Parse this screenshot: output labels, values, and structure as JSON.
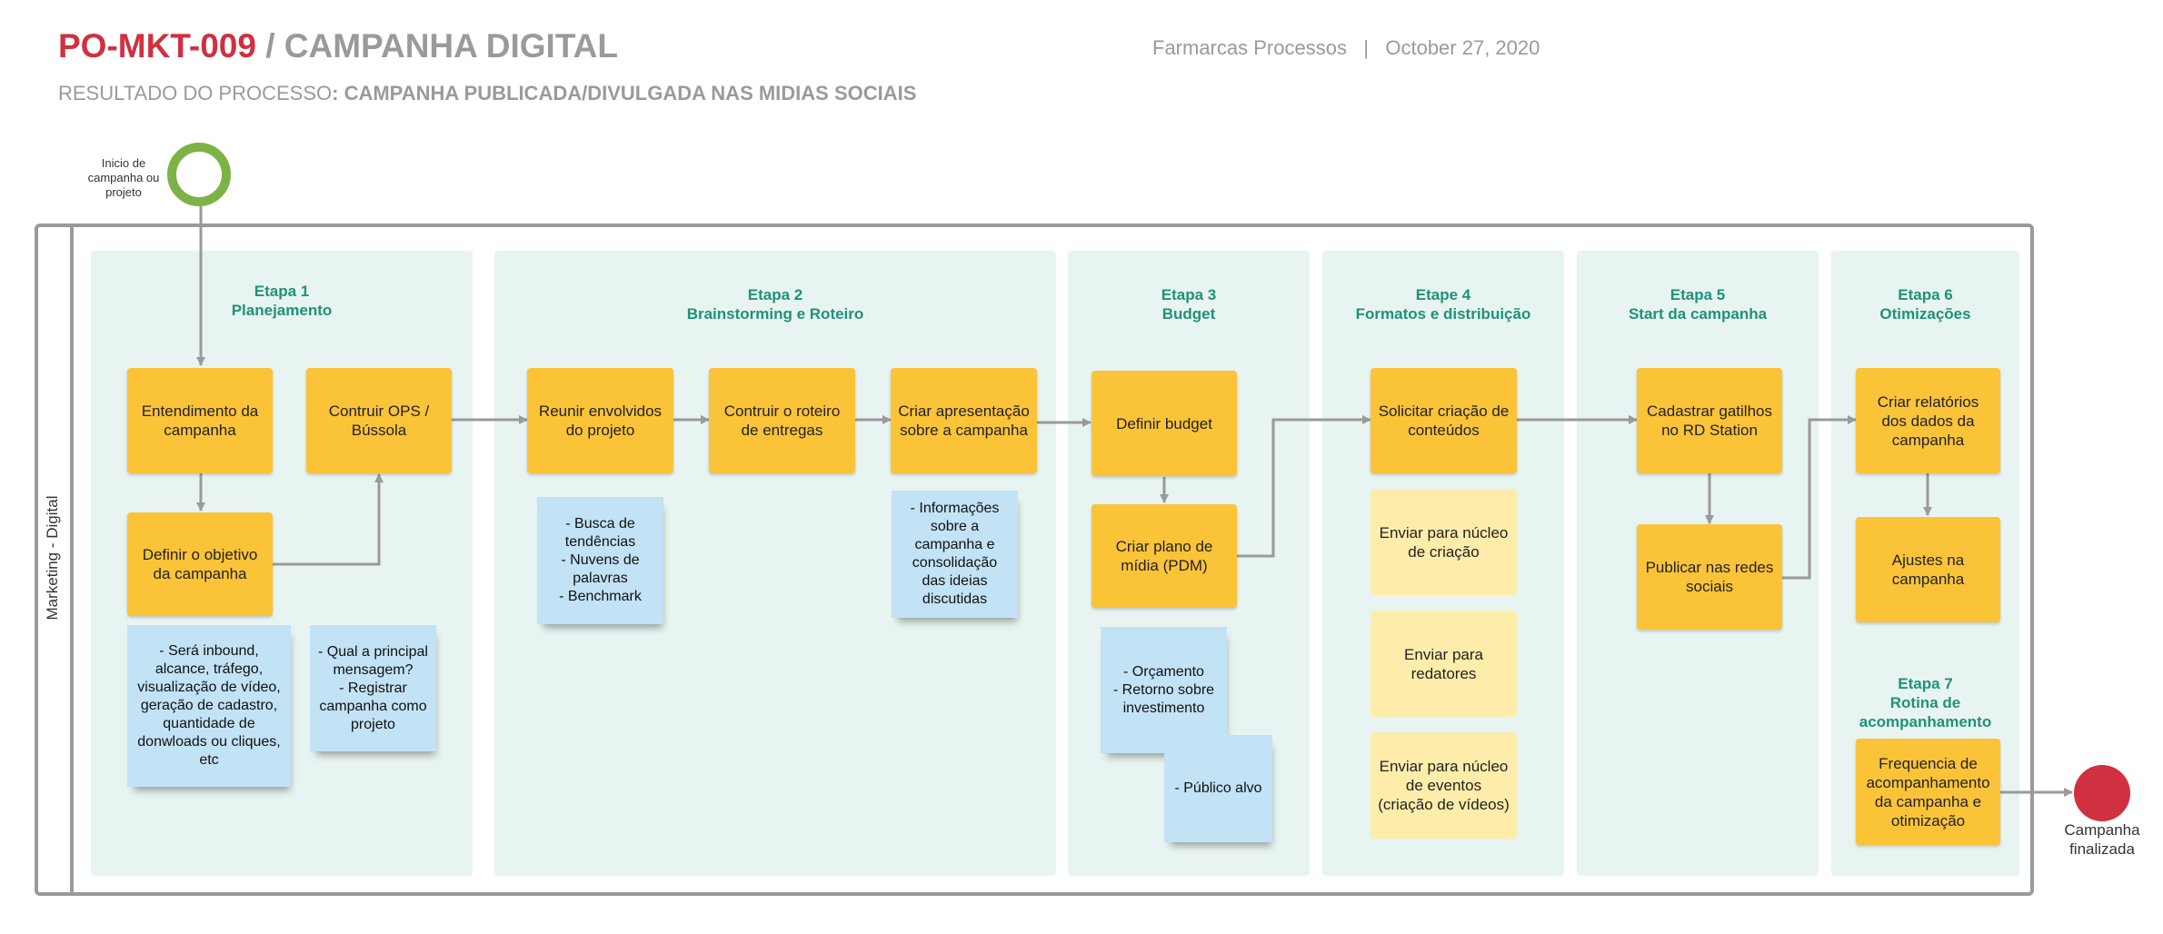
{
  "header": {
    "code": "PO-MKT-009",
    "separator": " / ",
    "title": "CAMPANHA DIGITAL",
    "subtitle_prefix": "RESULTADO DO PROCESSO",
    "subtitle_value": ": CAMPANHA PUBLICADA/DIVULGADA NAS MIDIAS SOCIAIS",
    "company": "Farmarcas Processos",
    "date_separator": "|",
    "date": "October 27, 2020"
  },
  "lane": {
    "label": "Marketing - Digital"
  },
  "events": {
    "start_label": "Inicio de campanha ou projeto",
    "end_label": "Campanha finalizada"
  },
  "phases": {
    "p1": "Etapa 1\nPlanejamento",
    "p2": "Etapa 2\nBrainstorming e Roteiro",
    "p3": "Etapa 3\nBudget",
    "p4": "Etape 4\nFormatos e distribuição",
    "p5": "Etapa 5\nStart da campanha",
    "p6": "Etapa 6\nOtimizações",
    "p7": "Etapa 7\nRotina de\nacompanhamento"
  },
  "tasks": {
    "t1": "Entendimento da campanha",
    "t2": "Contruir OPS / Bússola",
    "t3": "Definir o objetivo da campanha",
    "t4": "Reunir envolvidos do projeto",
    "t5": "Contruir o roteiro de entregas",
    "t6": "Criar apresentação sobre a campanha",
    "t7": "Definir budget",
    "t8": "Criar plano de mídia (PDM)",
    "t9": "Solicitar criação de conteúdos",
    "t10": "Enviar para núcleo de criação",
    "t11": "Enviar para redatores",
    "t12": "Enviar para núcleo de eventos (criação de vídeos)",
    "t13": "Cadastrar gatilhos no RD Station",
    "t14": "Publicar nas redes sociais",
    "t15": "Criar relatórios dos dados da campanha",
    "t16": "Ajustes na campanha",
    "t17": "Frequencia de acompanhamento da campanha e otimização"
  },
  "notes": {
    "n1": "- Será inbound, alcance, tráfego, visualização de vídeo, geração de cadastro, quantidade de donwloads ou cliques, etc",
    "n2": "- Qual a principal mensagem?\n- Registrar campanha como projeto",
    "n3": "- Busca de tendências\n- Nuvens de palavras\n- Benchmark",
    "n4": "- Informações sobre a campanha e consolidação das ideias discutidas",
    "n5": "- Orçamento\n- Retorno sobre investimento",
    "n6": "- Público alvo"
  },
  "colors": {
    "brand_red": "#d0303f",
    "task_yellow": "#fbc438",
    "task_light": "#feedaa",
    "note_blue": "#c2e2f5",
    "phase_bg": "#e8f4f1",
    "phase_title": "#1e9279",
    "start_green": "#7db346",
    "arrow_gray": "#9a9a9a"
  }
}
